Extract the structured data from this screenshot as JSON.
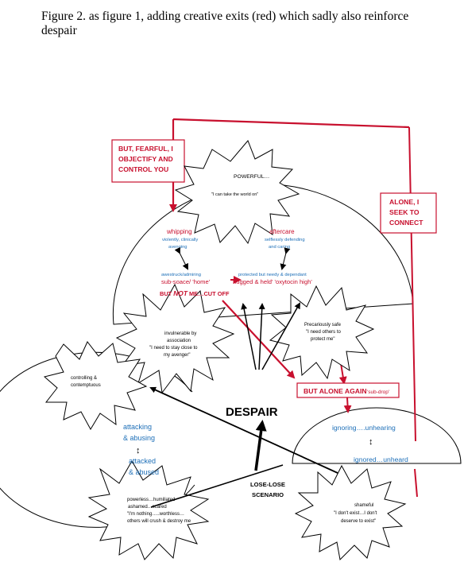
{
  "caption": {
    "line1": "Figure 2. as figure 1, adding creative exits (red) which sadly also reinforce",
    "line2": "despair"
  },
  "colors": {
    "red": "#c8102e",
    "blue": "#1d6fb8",
    "black": "#000000"
  },
  "red_boxes": {
    "fearful": [
      "BUT, FEARFUL, I",
      "OBJECTIFY AND",
      "CONTROL YOU"
    ],
    "alone": [
      "ALONE,  I",
      "SEEK TO",
      "CONNECT"
    ],
    "alone_again": "BUT ALONE AGAIN",
    "sub_drop": "'sub-drop'"
  },
  "stars": {
    "powerful": {
      "title": "POWERFUL…",
      "quote": "\"I can take the world on\""
    },
    "invulnerable": [
      "invulnerable by",
      "association",
      "\"I need to stay close to",
      "my avenger\""
    ],
    "precarious": [
      "Precariously  safe",
      "\"I need others to",
      "protect me\""
    ],
    "controlling": [
      "controlling &",
      "contemptuous"
    ],
    "powerless": [
      "powerless…humiliated",
      "ashamed…scared",
      "\"I'm nothing…..worthless…",
      "others will crush & destroy me"
    ],
    "shameful": [
      "shameful",
      "\"I don't  exist…I don't",
      "deserve to exist\""
    ]
  },
  "dome": {
    "whipping": "whipping",
    "whipping_sub": [
      "violently, clinically",
      "avenging"
    ],
    "aftercare": "aftercare",
    "aftercare_sub": [
      "selflessly defending",
      "and caring"
    ],
    "awestruck": "awestruck/admiring",
    "subspace": "sub-soace/ 'home'",
    "protected": "protected but needy & dependant",
    "hugged": "hugged & held'  'oxytocin high'",
    "not_me_a": "BUT ",
    "not_me_b": "NOT",
    "not_me_c": " ME…CUT OFF"
  },
  "left_circle": {
    "attacking": "attacking",
    "abusing": "& abusing",
    "attacked": "attacked",
    "abused": "& abused"
  },
  "right_circle": {
    "ignoring": "ignoring….unhearing",
    "ignored": "ignored…unheard"
  },
  "center": {
    "despair": "DESPAIR",
    "lose1": "LOSE-LOSE",
    "lose2": "SCENARIO"
  },
  "arrow_glyph": "↕"
}
